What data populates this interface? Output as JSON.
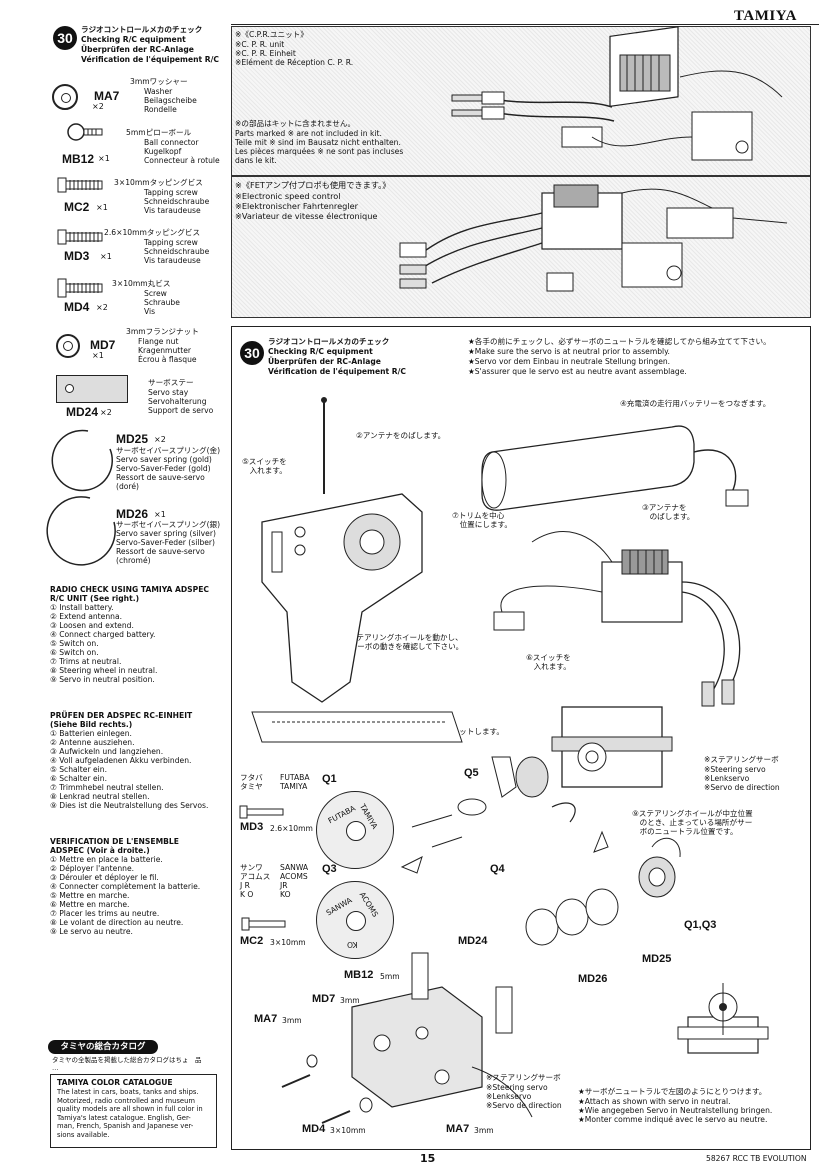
{
  "brand": "TAMIYA",
  "step": {
    "number": "30",
    "title_jp": "ラジオコントロールメカのチェック",
    "title_en": "Checking R/C equipment",
    "title_de": "Überprüfen der RC-Anlage",
    "title_fr": "Vérification de l'équipement R/C"
  },
  "parts": [
    {
      "code": "MA7",
      "qty": "×2",
      "size": "",
      "jp": "3mmワッシャー",
      "lines": [
        "Washer",
        "Beilagscheibe",
        "Rondelle"
      ]
    },
    {
      "code": "MB12",
      "qty": "×1",
      "size": "",
      "jp": "5mmピローボール",
      "lines": [
        "Ball connector",
        "Kugelkopf",
        "Connecteur à rotule"
      ]
    },
    {
      "code": "MC2",
      "qty": "×1",
      "size": "3×10mm",
      "jp": "3×10mmタッピングビス",
      "lines": [
        "Tapping screw",
        "Schneidschraube",
        "Vis taraudeuse"
      ]
    },
    {
      "code": "MD3",
      "qty": "×1",
      "size": "2.6×10mm",
      "jp": "2.6×10mmタッピングビス",
      "lines": [
        "Tapping screw",
        "Schneidschraube",
        "Vis taraudeuse"
      ]
    },
    {
      "code": "MD4",
      "qty": "×2",
      "size": "3×10mm",
      "jp": "3×10mm丸ビス",
      "lines": [
        "Screw",
        "Schraube",
        "Vis"
      ]
    },
    {
      "code": "MD7",
      "qty": "×1",
      "size": "",
      "jp": "3mmフランジナット",
      "lines": [
        "Flange nut",
        "Kragenmutter",
        "Écrou à flasque"
      ]
    },
    {
      "code": "MD24",
      "qty": "×2",
      "size": "",
      "jp": "サーボステー",
      "lines": [
        "Servo stay",
        "Servohalterung",
        "Support de servo"
      ]
    },
    {
      "code": "MD25",
      "qty": "×2",
      "size": "",
      "jp": "サーボセイバースプリング(金)",
      "lines": [
        "Servo saver spring (gold)",
        "Servo-Saver-Feder (gold)",
        "Ressort de sauve-servo",
        "(doré)"
      ]
    },
    {
      "code": "MD26",
      "qty": "×1",
      "size": "",
      "jp": "サーボセイバースプリング(銀)",
      "lines": [
        "Servo saver spring (silver)",
        "Servo-Saver-Feder (silber)",
        "Ressort de sauve-servo",
        "(chromé)"
      ]
    }
  ],
  "check_en": {
    "title": "RADIO CHECK USING TAMIYA ADSPEC R/C UNIT (See right.)",
    "items": [
      "① Install battery.",
      "② Extend antenna.",
      "③ Loosen and extend.",
      "④ Connect charged battery.",
      "⑤ Switch on.",
      "⑥ Switch on.",
      "⑦ Trims at neutral.",
      "⑧ Steering wheel in neutral.",
      "⑨ Servo in neutral position."
    ]
  },
  "check_de": {
    "title": "PRÜFEN DER ADSPEC RC-EINHEIT (Siehe Bild rechts.)",
    "items": [
      "① Batterien einlegen.",
      "② Antenne ausziehen.",
      "③ Aufwickeln und langziehen.",
      "④ Voll aufgeladenen Akku verbinden.",
      "⑤ Schalter ein.",
      "⑥ Schalter ein.",
      "⑦ Trimmhebel neutral stellen.",
      "⑧ Lenkrad neutral stellen.",
      "⑨ Dies ist die Neutralstellung des Servos."
    ]
  },
  "check_fr": {
    "title": "VERIFICATION DE L'ENSEMBLE ADSPEC (Voir à droite.)",
    "items": [
      "① Mettre en place la batterie.",
      "② Déployer l'antenne.",
      "③ Dérouler et déployer le fil.",
      "④ Connecter complètement la batterie.",
      "⑤ Mettre en marche.",
      "⑥ Mettre en marche.",
      "⑦ Placer les trims au neutre.",
      "⑧ Le volant de direction au neutre.",
      "⑨ Le servo au neutre."
    ]
  },
  "catalogue": {
    "jp_head": "タミヤの総合カタログ",
    "jp_text": "タミヤの全製品を掲載した総合カタログはちょ　品\n…",
    "title": "TAMIYA COLOR CATALOGUE",
    "text": "The latest in cars, boats, tanks and ships.\nMotorized, radio controlled and museum\nquality models are all shown in full color in\nTamiya's latest catalogue. English, Ger-\nman, French, Spanish and Japanese ver-\nsions available."
  },
  "cpr_panel": {
    "jp": "※《C.P.R.ユニット》",
    "lines": [
      "※C. P. R. unit",
      "※C. P. R. Einheit",
      "※Elément de Réception C. P. R."
    ],
    "note_jp": "※の部品はキットに含まれません。",
    "note": [
      "Parts marked ※ are not included in kit.",
      "Teile mit ※ sind im Bausatz nicht enthalten.",
      "Les pièces marquées ※ ne sont pas incluses",
      "dans le kit."
    ]
  },
  "fet_panel": {
    "jp": "※《FETアンプ付プロポも使用できます。》",
    "lines": [
      "※Electronic speed control",
      "※Elektronischer Fahrtenregler",
      "※Variateur de vitesse électronique"
    ]
  },
  "main": {
    "jp_step_instr": "★各手の前にチェックし、必ずサーボのニュートラルを確認してから組み立てて下さい。",
    "en_instr": "★Make sure the servo is at neutral prior to assembly.",
    "de_instr": "★Servo vor dem Einbau in neutrale Stellung bringen.",
    "fr_instr": "★S'assurer que le servo est au neutre avant assemblage.",
    "c1": "①電池をセットします。",
    "c2": "②アンテナをのばします。",
    "c3": "③アンテナを\n　のばします。",
    "c4": "④充電済の走行用バッテリーをつなぎます。",
    "c5": "⑤スイッチを\n　入れます。",
    "c6": "⑥スイッチを\n　入れます。",
    "c7": "⑦トリムを中心\n　位置にします。",
    "c8": "⑧ステアリングホイールを動かし、\n　サーボの動きを確認して下さい。",
    "c9": "⑨ステアリングホイールが中立位置\n　のとき、止まっている場所がサー\n　ボのニュートラル位置です。",
    "servo_jp": "※ステアリングサーボ",
    "servo": [
      "※Steering servo",
      "※Lenkservo",
      "※Servo de direction"
    ],
    "q1_labels": {
      "futaba": "フタバ\nタミヤ",
      "futaba_en": "FUTABA\nTAMIYA",
      "q": "Q1",
      "disc1": "FUTABA",
      "disc2": "TAMIYA"
    },
    "q3_labels": {
      "sanwa": "サンワ\nアコムス\nJ R\nK O",
      "sanwa_en": "SANWA\nACOMS\nJR\nKO",
      "q": "Q3",
      "disc1": "SANWA",
      "disc2": "ACOMS",
      "disc3": "KO"
    },
    "md3": "MD3",
    "md3_size": "2.6×10mm",
    "mc2": "MC2",
    "mc2_size": "3×10mm",
    "q5": "Q5",
    "q4": "Q4",
    "q1q3": "Q1,Q3",
    "md25": "MD25",
    "md26": "MD26",
    "md24": "MD24",
    "mb12": "MB12",
    "mb12_size": "5mm",
    "md7": "MD7",
    "md7_size": "3mm",
    "ma7a": "MA7",
    "ma7a_size": "3mm",
    "md4": "MD4",
    "md4_size": "3×10mm",
    "ma7b": "MA7",
    "ma7b_size": "3mm",
    "servo2_jp": "※ステアリングサーボ",
    "servo2": [
      "※Steering servo",
      "※Lenkservo",
      "※Servo de direction"
    ],
    "attach_jp": "★サーボがニュートラルで左図のようにとりつけます。",
    "attach": [
      "★Attach as shown with servo in neutral.",
      "★Wie angegeben Servo in Neutralstellung bringen.",
      "★Monter comme indiqué avec le servo au neutre."
    ]
  },
  "footer": {
    "page": "15",
    "code": "58267 RCC TB EVOLUTION"
  }
}
